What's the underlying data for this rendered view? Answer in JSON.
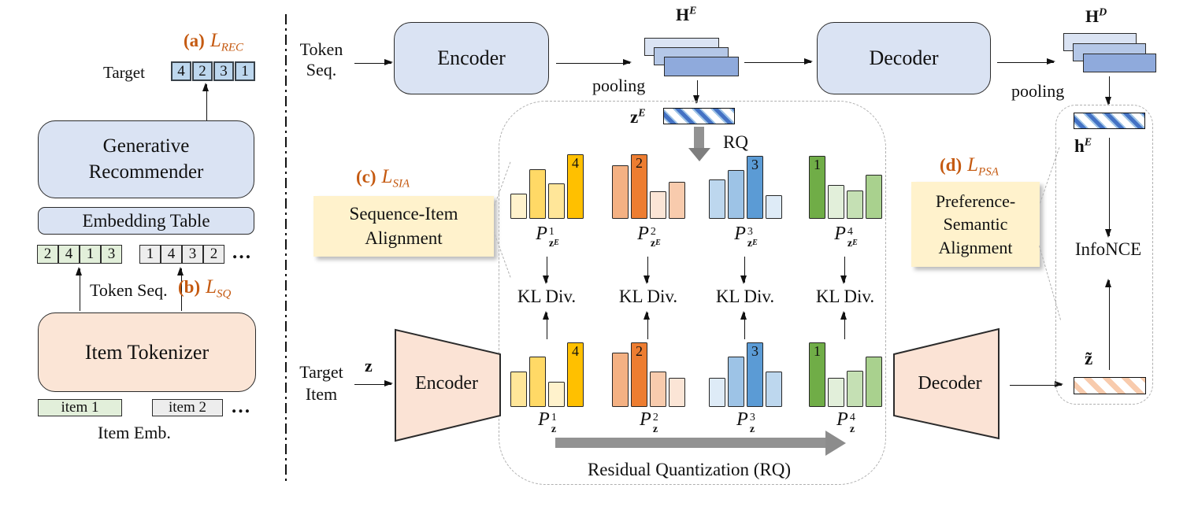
{
  "colors": {
    "accent_orange_label": "#C55A11",
    "box_blue": "#DAE3F3",
    "box_peach": "#FBE5D6",
    "note_yellow": "#FFF2CC",
    "token_blue": "#BDD7EE",
    "token_green": "#E2EFDA",
    "token_gray": "#EDEDED",
    "hatch_blue": "#4472C4",
    "hatch_orange": "#F8CBAD"
  },
  "left": {
    "loss_a": {
      "tag": "(a)",
      "base": "L",
      "sub": "REC"
    },
    "target_label": "Target",
    "target_tokens": [
      "4",
      "2",
      "3",
      "1"
    ],
    "generative_recommender": {
      "line1": "Generative",
      "line2": "Recommender"
    },
    "embedding_table": "Embedding Table",
    "token_seq_green": [
      "2",
      "4",
      "1",
      "3"
    ],
    "token_seq_gray": [
      "1",
      "4",
      "3",
      "2"
    ],
    "ellipsis": "…",
    "token_seq_label": "Token Seq.",
    "loss_b": {
      "tag": "(b)",
      "base": "L",
      "sub": "SQ"
    },
    "item_tokenizer": "Item Tokenizer",
    "item1": "item 1",
    "item2": "item 2",
    "item_emb_label": "Item Emb."
  },
  "top": {
    "token_seq": {
      "line1": "Token",
      "line2": "Seq."
    },
    "encoder": "Encoder",
    "pooling_left": "pooling",
    "h_enc": {
      "base": "H",
      "sup": "E"
    },
    "decoder": "Decoder",
    "pooling_right": "pooling",
    "h_dec": {
      "base": "H",
      "sup": "D"
    }
  },
  "rq": {
    "z_enc": {
      "base": "z",
      "sup": "E"
    },
    "rq_arrow_label": "RQ",
    "kl_label": "KL Div.",
    "residual_label": "Residual Quantization (RQ)",
    "top_groups": [
      {
        "dist": {
          "base": "P",
          "sup": "1",
          "sub_base": "z",
          "sub_sup": "E"
        },
        "token": "4",
        "token_idx": 3,
        "heights": [
          32,
          63,
          45,
          82
        ],
        "colors": [
          "#FFF2CC",
          "#FFD966",
          "#FFE699",
          "#FFC000"
        ]
      },
      {
        "dist": {
          "base": "P",
          "sup": "2",
          "sub_base": "z",
          "sub_sup": "E"
        },
        "token": "2",
        "token_idx": 1,
        "heights": [
          68,
          82,
          35,
          47
        ],
        "colors": [
          "#F4B183",
          "#ED7D31",
          "#FBE5D6",
          "#F8CBAD"
        ]
      },
      {
        "dist": {
          "base": "P",
          "sup": "3",
          "sub_base": "z",
          "sub_sup": "E"
        },
        "token": "3",
        "token_idx": 2,
        "heights": [
          50,
          62,
          80,
          30
        ],
        "colors": [
          "#BDD7EE",
          "#9DC3E6",
          "#5B9BD5",
          "#DEEBF7"
        ]
      },
      {
        "dist": {
          "base": "P",
          "sup": "4",
          "sub_base": "z",
          "sub_sup": "E"
        },
        "token": "1",
        "token_idx": 0,
        "heights": [
          80,
          43,
          36,
          56
        ],
        "colors": [
          "#70AD47",
          "#E2EFDA",
          "#C5E0B4",
          "#A9D18E"
        ]
      }
    ],
    "bottom_groups": [
      {
        "dist": {
          "base": "P",
          "sup": "1",
          "sub_base": "z",
          "sub_sup": ""
        },
        "token": "4",
        "token_idx": 3,
        "heights": [
          45,
          64,
          32,
          82
        ],
        "colors": [
          "#FFE699",
          "#FFD966",
          "#FFF2CC",
          "#FFC000"
        ]
      },
      {
        "dist": {
          "base": "P",
          "sup": "2",
          "sub_base": "z",
          "sub_sup": ""
        },
        "token": "2",
        "token_idx": 1,
        "heights": [
          69,
          82,
          45,
          37
        ],
        "colors": [
          "#F4B183",
          "#ED7D31",
          "#F8CBAD",
          "#FBE5D6"
        ]
      },
      {
        "dist": {
          "base": "P",
          "sup": "3",
          "sub_base": "z",
          "sub_sup": ""
        },
        "token": "3",
        "token_idx": 2,
        "heights": [
          37,
          64,
          82,
          45
        ],
        "colors": [
          "#DEEBF7",
          "#9DC3E6",
          "#5B9BD5",
          "#BDD7EE"
        ]
      },
      {
        "dist": {
          "base": "P",
          "sup": "4",
          "sub_base": "z",
          "sub_sup": ""
        },
        "token": "1",
        "token_idx": 0,
        "heights": [
          82,
          37,
          46,
          64
        ],
        "colors": [
          "#70AD47",
          "#E2EFDA",
          "#C5E0B4",
          "#A9D18E"
        ]
      }
    ]
  },
  "sia": {
    "loss_c": {
      "tag": "(c)",
      "base": "L",
      "sub": "SIA"
    },
    "line1": "Sequence-Item",
    "line2": "Alignment"
  },
  "bottom": {
    "target_item": {
      "line1": "Target",
      "line2": "Item"
    },
    "z_label": "z",
    "encoder": "Encoder",
    "decoder": "Decoder"
  },
  "psa": {
    "loss_d": {
      "tag": "(d)",
      "base": "L",
      "sub": "PSA"
    },
    "lines": [
      "Preference-",
      "Semantic",
      "Alignment"
    ],
    "h_enc": {
      "base": "h",
      "sup": "E"
    },
    "infonce": "InfoNCE",
    "z_tilde": "z̃"
  }
}
